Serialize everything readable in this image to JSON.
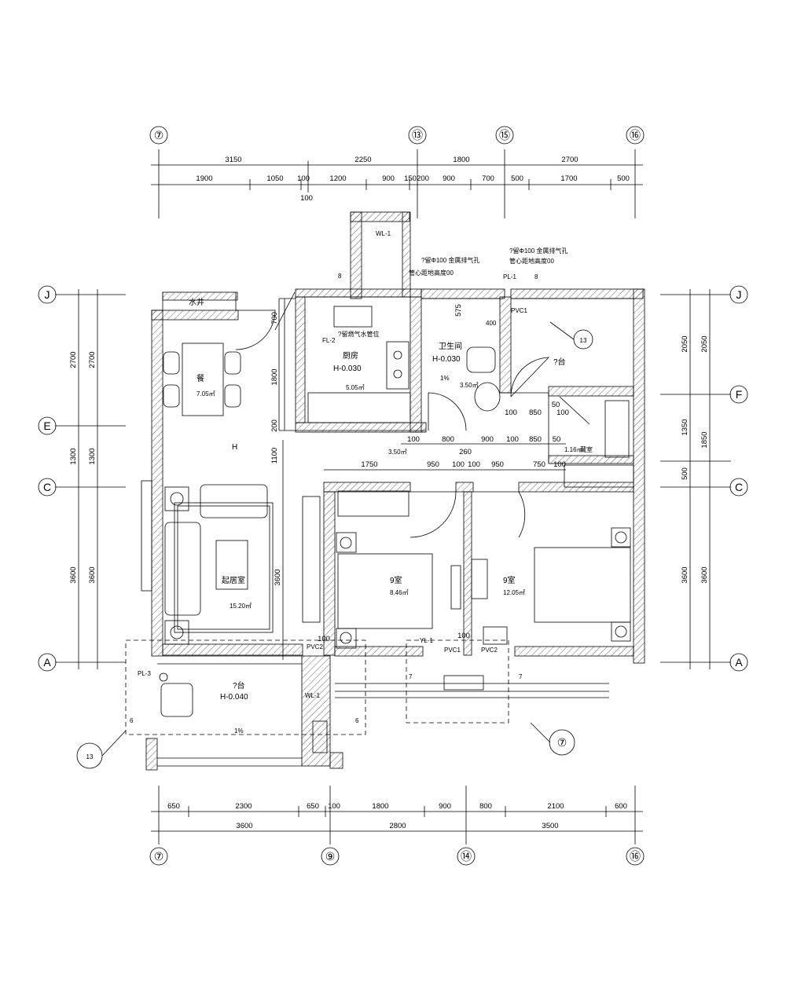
{
  "axes": {
    "top": [
      "⑦",
      "⑬",
      "⑮",
      "⑯"
    ],
    "bottom": [
      "⑦",
      "⑨",
      "⑭",
      "⑯"
    ],
    "left": [
      "J",
      "E",
      "C",
      "A"
    ],
    "right": [
      "J",
      "F",
      "C",
      "A"
    ]
  },
  "dims": {
    "top_overall": [
      "3150",
      "2250",
      "1800",
      "2700"
    ],
    "top_detail": [
      "1900",
      "1050",
      "100",
      "1200",
      "900",
      "150",
      "200",
      "900",
      "700",
      "500",
      "1700",
      "500"
    ],
    "top_extra": "100",
    "bottom_detail": [
      "650",
      "2300",
      "650",
      "100",
      "1800",
      "900",
      "800",
      "2100",
      "600"
    ],
    "bottom_overall": [
      "3600",
      "2800",
      "3500"
    ],
    "left_outer": [
      "2700",
      "1300",
      "3600"
    ],
    "left_inner": [
      "2700",
      "1300",
      "3600"
    ],
    "right_inner": [
      "2050",
      "1350",
      "500",
      "3600"
    ],
    "right_outer": [
      "2050",
      "1850",
      "3600"
    ],
    "inner_vertical": [
      "700",
      "1800",
      "200",
      "1100",
      "3600",
      "575"
    ],
    "inner_h1": [
      "100",
      "800",
      "900",
      "100",
      "850",
      "50"
    ],
    "inner_h2": [
      "1750",
      "950",
      "100",
      "100",
      "950",
      "750",
      "100"
    ],
    "inner_h3": [
      "100",
      "850",
      "50",
      "100"
    ],
    "inner_h4": [
      "100",
      "100"
    ],
    "inner_h5": "260"
  },
  "rooms": {
    "water_well": "水井",
    "dining": "餐",
    "dining_area": "7.05㎡",
    "kitchen": "厨房",
    "kitchen_level": "H-0.030",
    "kitchen_area": "5.05㎡",
    "bathroom": "卫生间",
    "bathroom_level": "H-0.030",
    "bathroom_area": "3.50㎡",
    "slope": "1%",
    "balcony_north": "?台",
    "storage": "藏室",
    "storage_area": "1.16㎡",
    "living": "起居室",
    "living_area": "15.20㎡",
    "living_mark": "H",
    "corridor_area": "3.50㎡",
    "bedroom_left": "9室",
    "bedroom_left_area": "8.46㎡",
    "bedroom_right": "9室",
    "bedroom_right_area": "12.05㎡",
    "balcony_south": "?台",
    "balcony_south_level": "H-0.040",
    "balcony_slope": "1%"
  },
  "notes": {
    "vent1": "?留Φ100  金属排气孔",
    "vent1b": "管心距地高度00",
    "vent2": "?留Φ100  金属排气孔",
    "vent2b": "管心距地高度00",
    "gas": "?留燃气水管位"
  },
  "pipes": {
    "wl1": "WL-1",
    "fl2": "FL-2",
    "yl1": "YL-1",
    "pl1": "PL-1",
    "pl3": "PL-3",
    "pvc1": "PVC1",
    "pvc2": "PVC2",
    "num8a": "8",
    "num8b": "8",
    "num400": "400",
    "num100": "100"
  },
  "details": {
    "d13": "13",
    "d6a": "6",
    "d6b": "6",
    "d7a": "7",
    "d7b": "7",
    "callout_south": "⑦",
    "callout_west": "13"
  }
}
